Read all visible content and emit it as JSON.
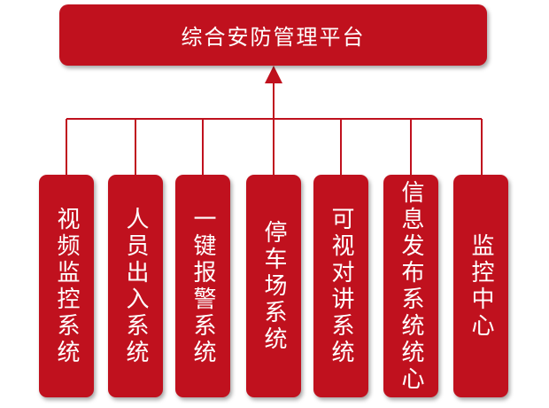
{
  "diagram": {
    "root": {
      "label": "综合安防管理平台"
    },
    "children": [
      {
        "label": "视频监控系统"
      },
      {
        "label": "人员出入系统"
      },
      {
        "label": "一键报警系统"
      },
      {
        "label": "停车场系统"
      },
      {
        "label": "可视对讲系统"
      },
      {
        "label": "信息发布系统统心"
      },
      {
        "label": "监控中心"
      }
    ]
  },
  "colors": {
    "box_fill": "#c0111e",
    "connector": "#c0111e",
    "text": "#ffffff"
  }
}
